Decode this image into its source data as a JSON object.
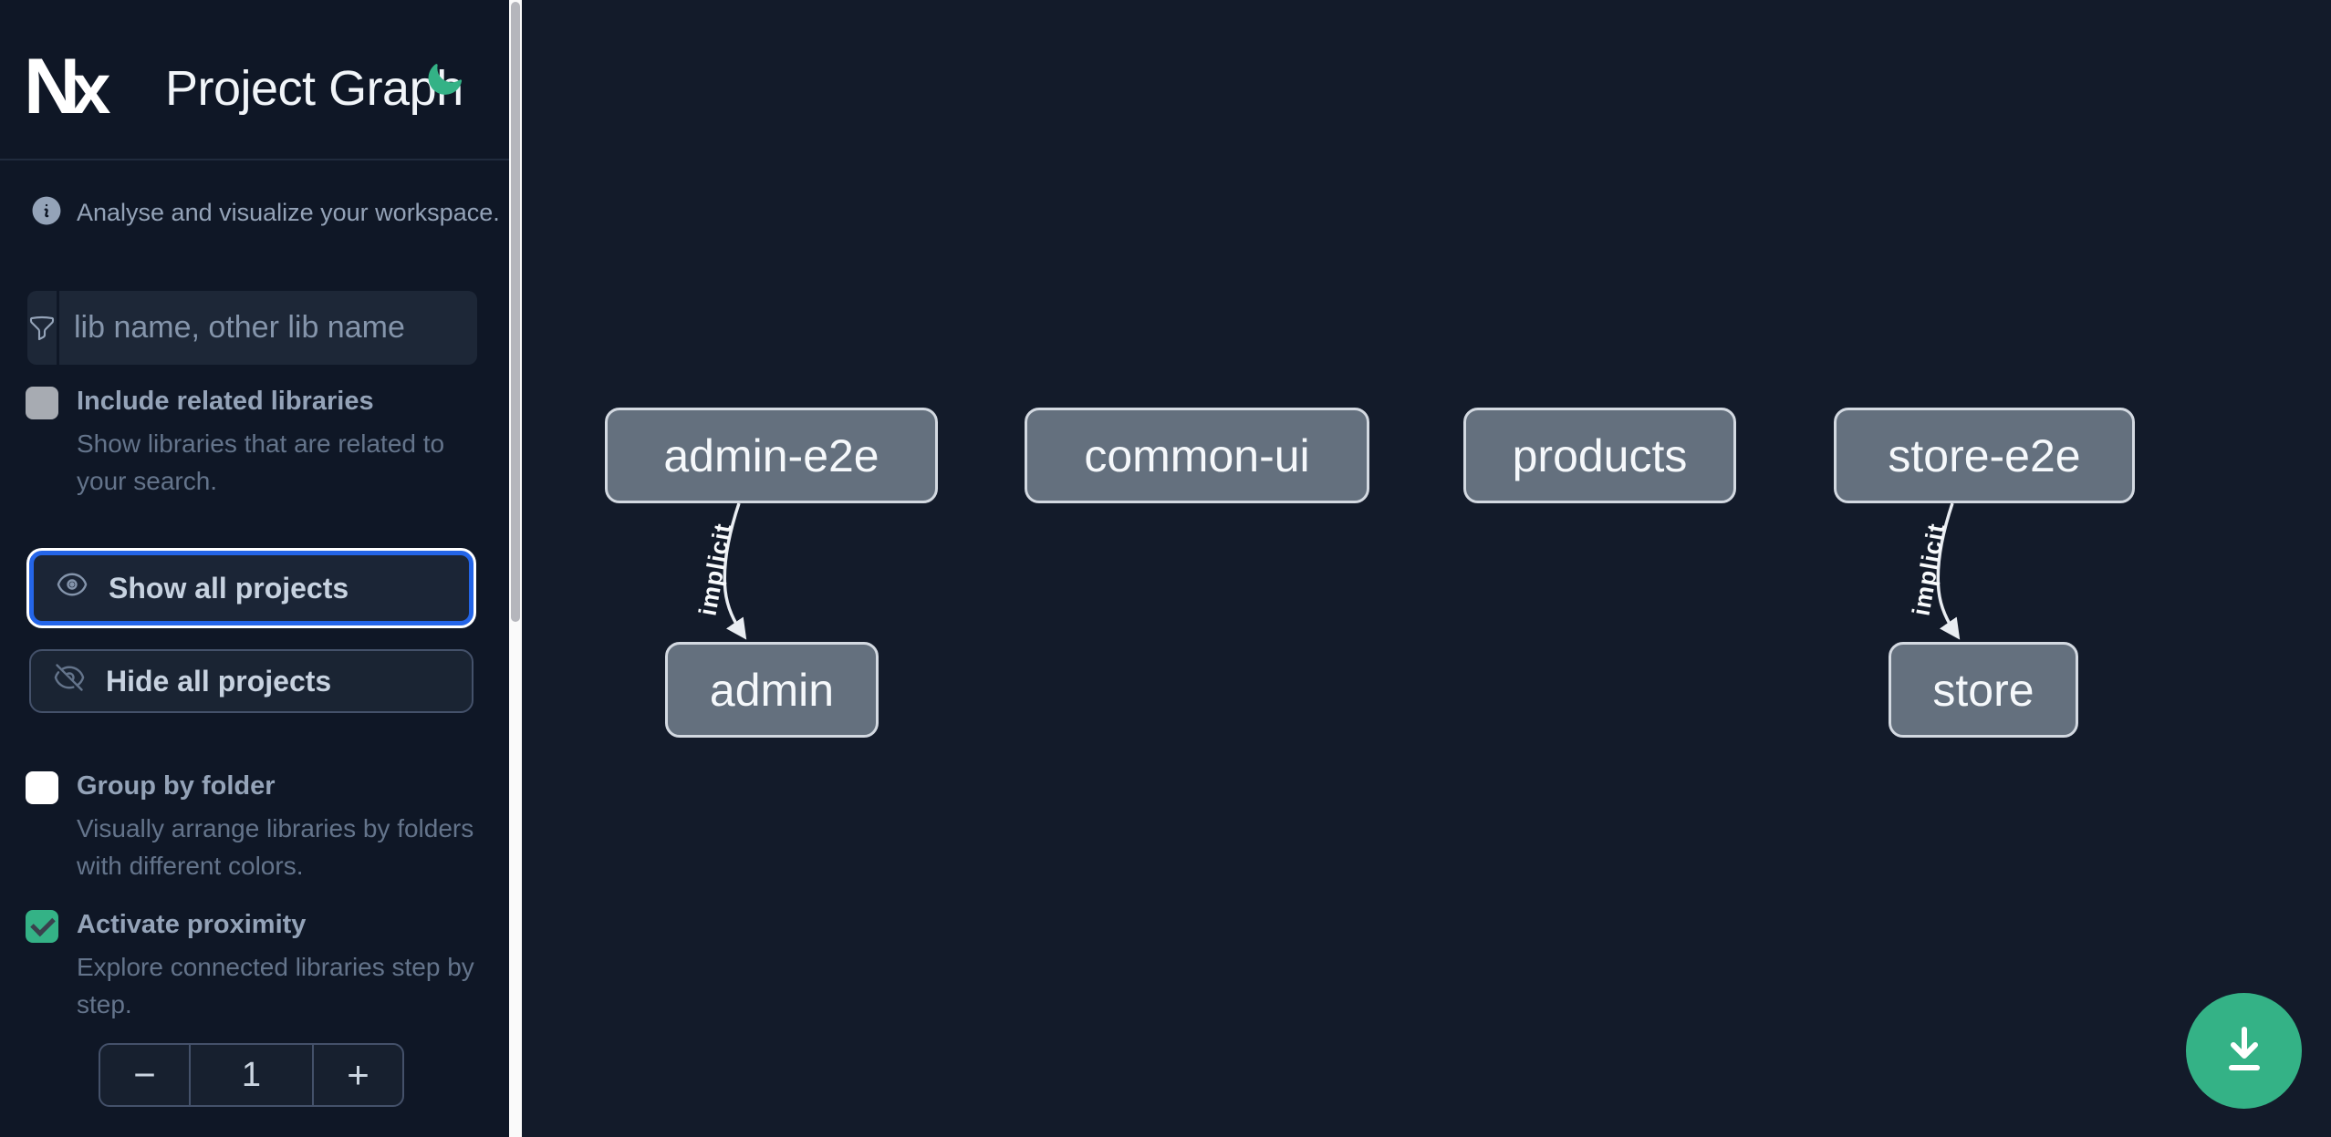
{
  "header": {
    "title": "Project Graph"
  },
  "sidebar": {
    "info_text": "Analyse and visualize your workspace.",
    "search": {
      "placeholder": "lib name, other lib name",
      "value": ""
    },
    "options": {
      "include_related": {
        "label": "Include related libraries",
        "description": "Show libraries that are related to your search.",
        "checked": false,
        "disabled": true
      },
      "group_by_folder": {
        "label": "Group by folder",
        "description": "Visually arrange libraries by folders with different colors.",
        "checked": false
      },
      "activate_proximity": {
        "label": "Activate proximity",
        "description": "Explore connected libraries step by step.",
        "checked": true
      }
    },
    "actions": {
      "show_all": "Show all projects",
      "hide_all": "Hide all projects"
    },
    "stepper": {
      "decrement": "−",
      "value": "1",
      "increment": "+"
    }
  },
  "graph": {
    "nodes": [
      {
        "id": "admin-e2e",
        "label": "admin-e2e"
      },
      {
        "id": "common-ui",
        "label": "common-ui"
      },
      {
        "id": "products",
        "label": "products"
      },
      {
        "id": "store-e2e",
        "label": "store-e2e"
      },
      {
        "id": "admin",
        "label": "admin"
      },
      {
        "id": "store",
        "label": "store"
      }
    ],
    "edges": [
      {
        "source": "admin-e2e",
        "target": "admin",
        "label": "implicit"
      },
      {
        "source": "store-e2e",
        "target": "store",
        "label": "implicit"
      }
    ]
  },
  "colors": {
    "accent_green": "#34b286",
    "focus_blue": "#2465e8",
    "node_fill": "#64707e",
    "node_border": "#d3d9e1",
    "sidebar_bg": "#0f1726",
    "canvas_bg": "#131b2a"
  }
}
